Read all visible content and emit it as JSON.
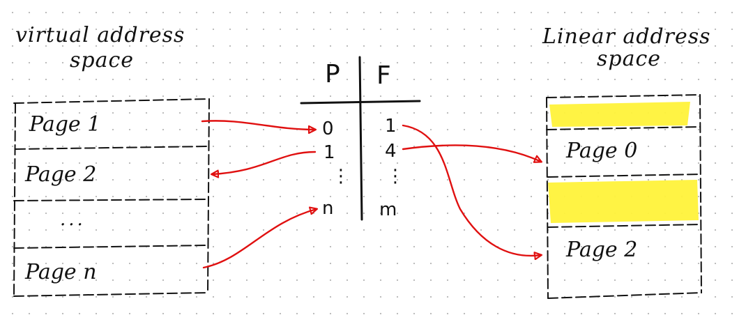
{
  "virtual_space": {
    "title_line1": "virtual address",
    "title_line2": "space",
    "pages": [
      "Page 1",
      "Page 2",
      "...",
      "Page n"
    ]
  },
  "table": {
    "header_p": "P",
    "header_f": "F",
    "rows": [
      {
        "p": "0",
        "f": "1"
      },
      {
        "p": "1",
        "f": "4"
      },
      {
        "p": "⋮",
        "f": "⋮"
      },
      {
        "p": "n",
        "f": "m"
      }
    ]
  },
  "linear_space": {
    "title_line1": "Linear address",
    "title_line2": "space",
    "slots": [
      "",
      "Page 0",
      "",
      "Page 2"
    ]
  },
  "colors": {
    "ink": "#111111",
    "arrow": "#e01010",
    "highlight": "#fff23a"
  }
}
